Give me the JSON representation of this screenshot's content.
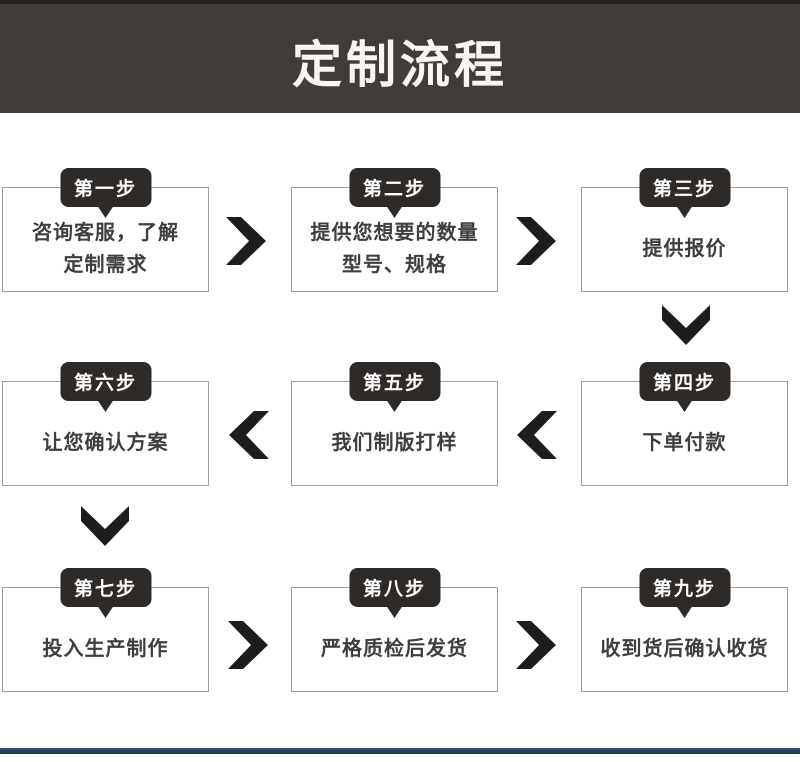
{
  "banner": {
    "title": "定制流程"
  },
  "flow": {
    "steps": [
      {
        "label": "第一步",
        "lines": [
          "咨询客服，了解",
          "定制需求"
        ]
      },
      {
        "label": "第二步",
        "lines": [
          "提供您想要的数量",
          "型号、规格"
        ]
      },
      {
        "label": "第三步",
        "lines": [
          "提供报价"
        ]
      },
      {
        "label": "第四步",
        "lines": [
          "下单付款"
        ]
      },
      {
        "label": "第五步",
        "lines": [
          "我们制版打样"
        ]
      },
      {
        "label": "第六步",
        "lines": [
          "让您确认方案"
        ]
      },
      {
        "label": "第七步",
        "lines": [
          "投入生产制作"
        ]
      },
      {
        "label": "第八步",
        "lines": [
          "严格质检后发货"
        ]
      },
      {
        "label": "第九步",
        "lines": [
          "收到货后确认收货"
        ]
      }
    ],
    "sequence_note": "1→2→3 ↓ 4→5→6 ↓ 7→8→9",
    "arrow_directions": [
      "right",
      "right",
      "down",
      "left",
      "left",
      "down",
      "right",
      "right"
    ]
  },
  "colors": {
    "banner_bg": "#403c39",
    "banner_top_strip": "#26231f",
    "title_text": "#f8f6f2",
    "bubble_bg": "#2d2a28",
    "bubble_text": "#ffffff",
    "box_border": "#9e9e9e",
    "box_text": "#3e3e3e",
    "arrow": "#1e1d1b",
    "bottom_bar": "#253f5c"
  }
}
